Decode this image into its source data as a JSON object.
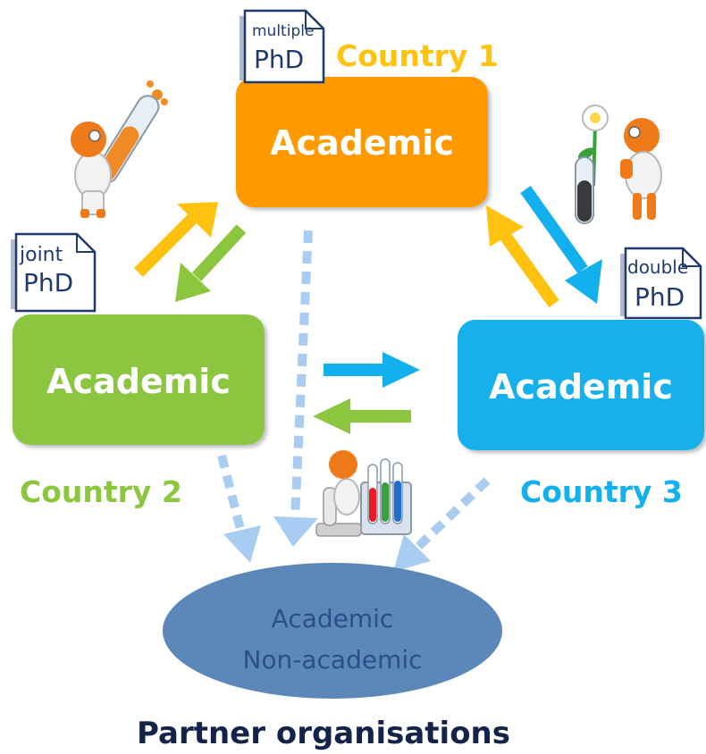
{
  "colors": {
    "orange": "#ff9900",
    "green": "#8cc63f",
    "blue": "#12b0ec",
    "yellow_arrow": "#ffc20e",
    "dotted_arrow": "#a9cdf2",
    "ellipse": "#5b88b8",
    "ellipse_text": "#2b4f86",
    "navy": "#14234a"
  },
  "nodes": {
    "country1": {
      "box_label": "Academic",
      "country_label": "Country 1"
    },
    "country2": {
      "box_label": "Academic",
      "country_label": "Country 2"
    },
    "country3": {
      "box_label": "Academic",
      "country_label": "Country 3"
    }
  },
  "documents": {
    "multiple": {
      "word": "multiple",
      "degree": "PhD"
    },
    "joint": {
      "word": "joint",
      "degree": "PhD"
    },
    "double": {
      "word": "double",
      "degree": "PhD"
    }
  },
  "partners": {
    "line1": "Academic",
    "line2": "Non-academic",
    "caption": "Partner organisations"
  },
  "icons": [
    "scientist-test-tube-icon",
    "scientist-flower-icon",
    "scientist-microscope-icon"
  ]
}
